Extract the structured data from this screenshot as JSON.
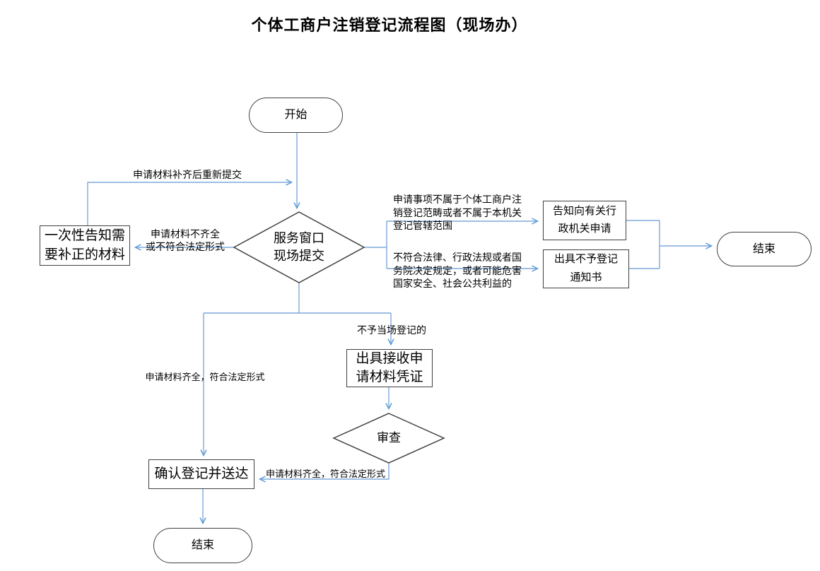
{
  "title": "个体工商户注销登记流程图（现场办）",
  "colors": {
    "shape_border": "#404040",
    "connector": "#7fa9dc",
    "arrowhead": "#5b9bd5",
    "background": "#ffffff",
    "text": "#000000"
  },
  "nodes": {
    "start": {
      "type": "terminator",
      "label": "开始"
    },
    "submit_window": {
      "type": "decision",
      "label": "服务窗口\n现场提交"
    },
    "notify_correction": {
      "type": "process",
      "label": "一次性告知需\n要补正的材料"
    },
    "inform_other_authority": {
      "type": "process",
      "label": "告知向有关行\n政机关申请"
    },
    "rejection_notice": {
      "type": "process",
      "label": "出具不予登记\n通知书"
    },
    "end_right": {
      "type": "terminator",
      "label": "结束"
    },
    "receipt": {
      "type": "process",
      "label": "出具接收申\n请材料凭证"
    },
    "review": {
      "type": "decision",
      "label": "审查"
    },
    "confirm_delivery": {
      "type": "process",
      "label": "确认登记并送达"
    },
    "end_bottom": {
      "type": "terminator",
      "label": "结束"
    }
  },
  "edge_labels": {
    "resubmit": "申请材料补齐后重新提交",
    "incomplete": "申请材料不齐全\n或不符合法定形式",
    "not_in_scope": "申请事项不属于个体工商户注\n销登记范畴或者不属于本机关\n登记管辖范围",
    "illegal": "不符合法律、行政法规或者国\n务院决定规定，或者可能危害\n国家安全、社会公共利益的",
    "not_onsite": "不予当场登记的",
    "complete_left": "申请材料齐全，符合法定形式",
    "complete_review": "申请材料齐全，符合法定形式"
  }
}
